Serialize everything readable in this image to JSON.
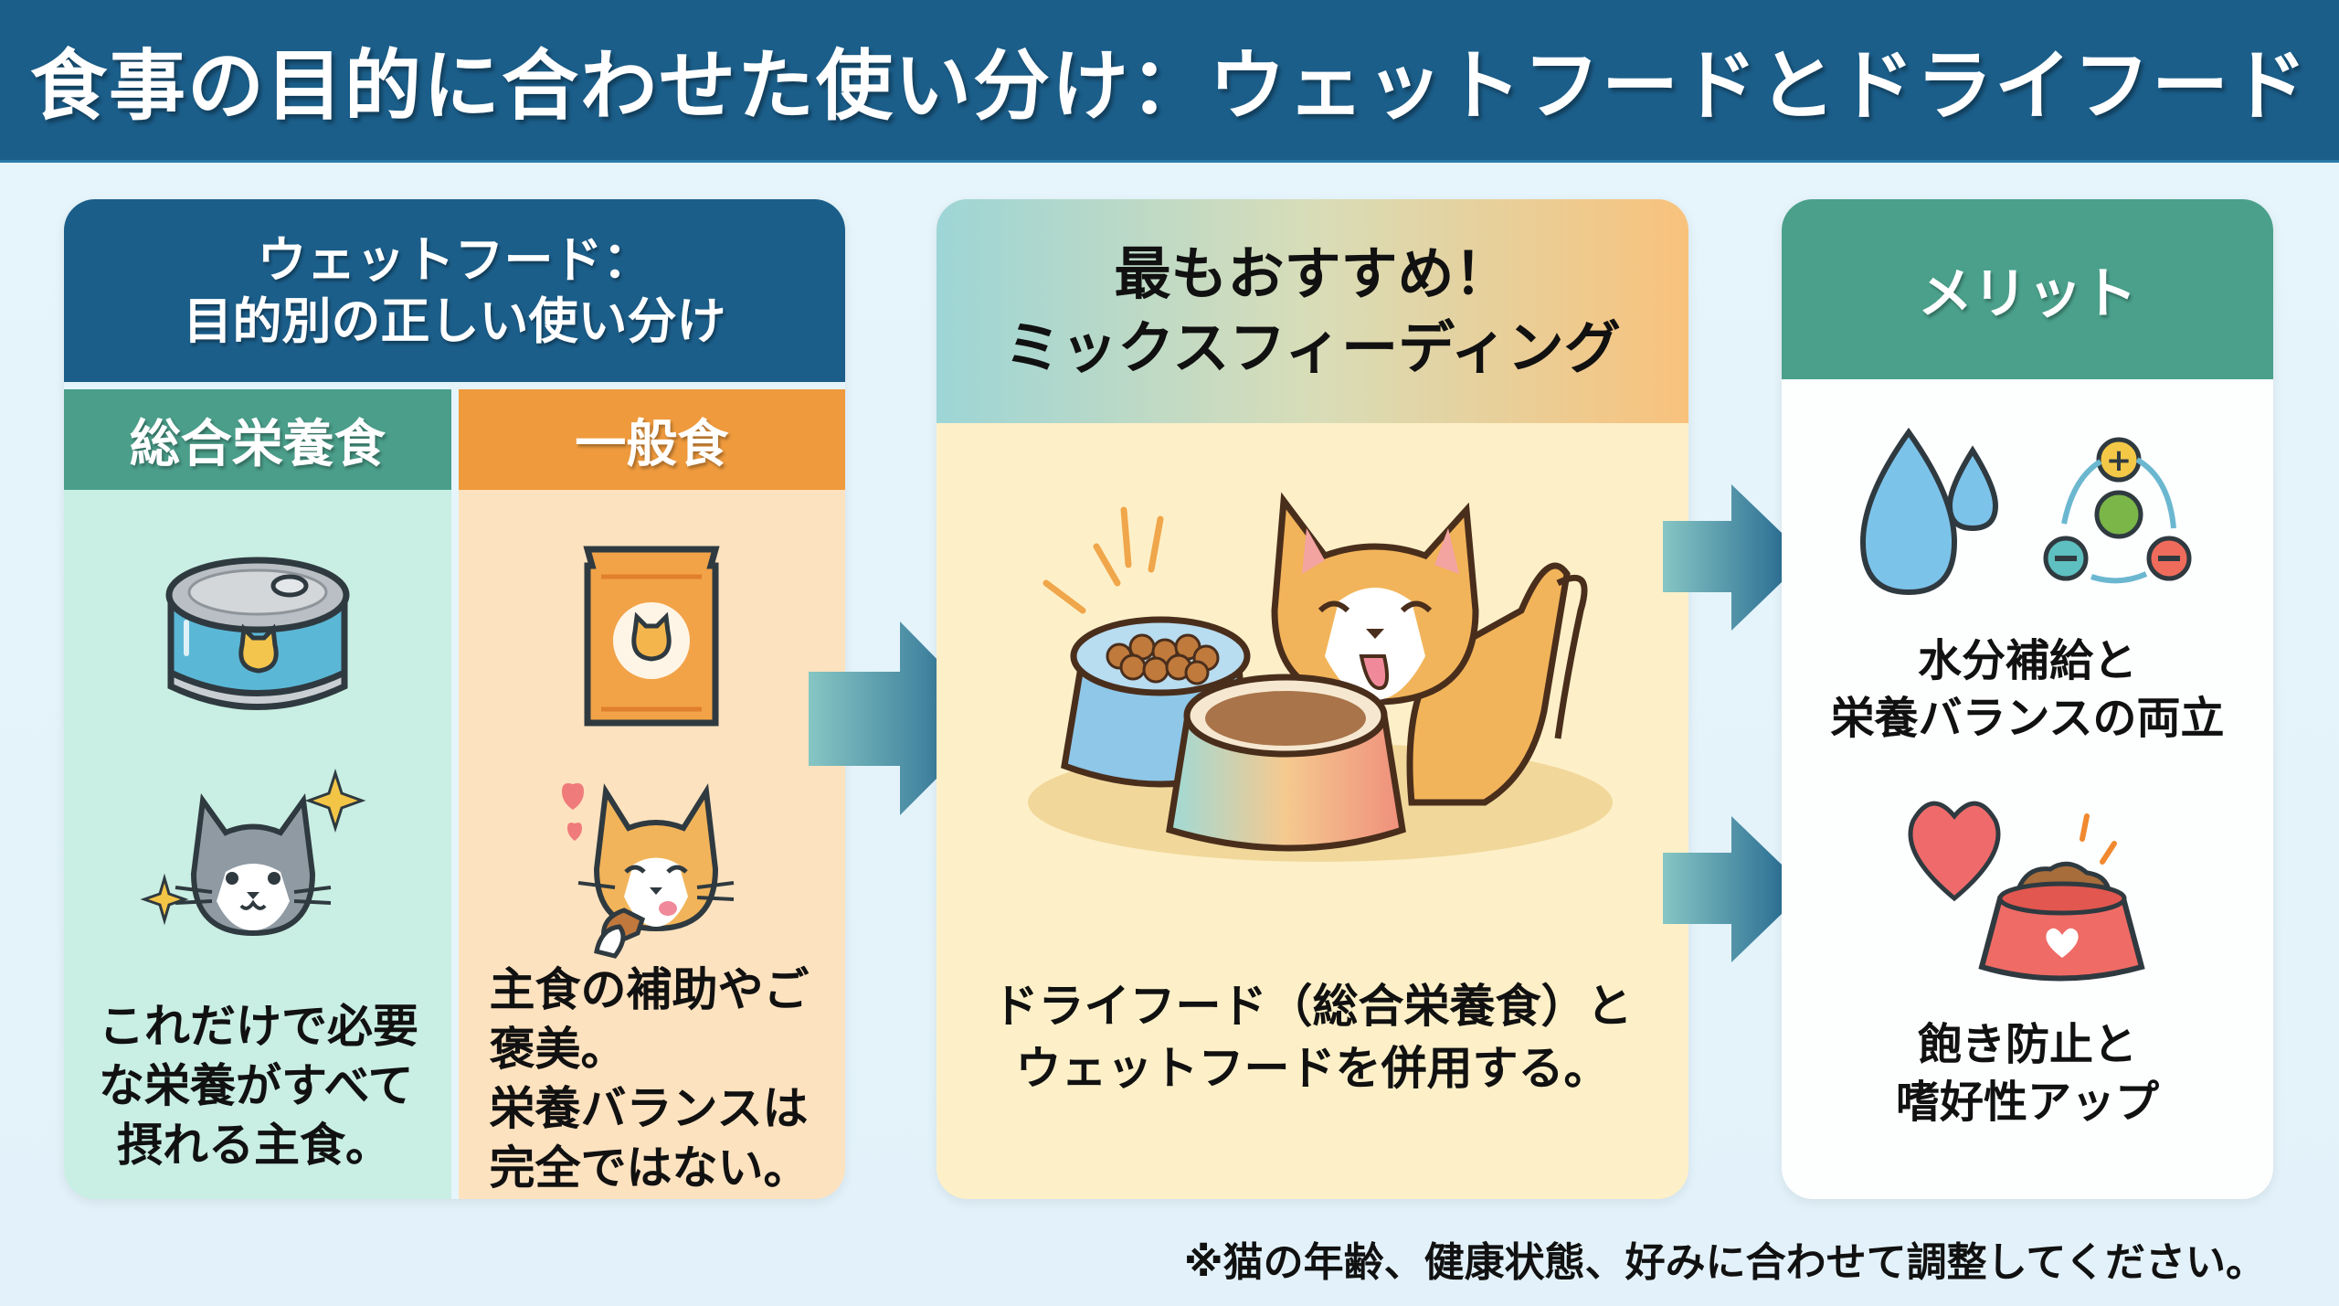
{
  "header": {
    "title": "食事の目的に合わせた使い分け：ウェットフードとドライフード"
  },
  "left_panel": {
    "title_line1": "ウェットフード：",
    "title_line2": "目的別の正しい使い分け",
    "columns": [
      {
        "label": "総合栄養食",
        "icons": [
          "cat-food-can-icon",
          "happy-gray-cat-icon"
        ],
        "text_lines": [
          "これだけで必要",
          "な栄養がすべて",
          "摂れる主食。"
        ]
      },
      {
        "label": "一般食",
        "icons": [
          "food-pouch-icon",
          "cat-eating-treat-icon"
        ],
        "text_lines": [
          "主食の補助やご",
          "褒美。",
          "栄養バランスは",
          "完全ではない。"
        ]
      }
    ]
  },
  "center_panel": {
    "title_line1": "最もおすすめ！",
    "title_line2": "ミックスフィーディング",
    "illustration": "cat-eating-two-bowls-illustration",
    "text_line1": "ドライフード（総合栄養食）と",
    "text_line2": "ウェットフードを併用する。"
  },
  "right_panel": {
    "title": "メリット",
    "merits": [
      {
        "icon": "water-drops-and-nutrient-cycle-icon",
        "line1": "水分補給と",
        "line2": "栄養バランスの両立"
      },
      {
        "icon": "heart-and-food-bowl-icon",
        "line1": "飽き防止と",
        "line2": "嗜好性アップ"
      }
    ]
  },
  "footnote": "※猫の年齢、健康状態、好みに合わせて調整してください。",
  "colors": {
    "header_blue": "#1b5e8a",
    "green": "#4a9e8a",
    "orange": "#ef9a3d",
    "mint_bg": "#c9eee3",
    "peach_bg": "#fde2bf",
    "cream_bg": "#fdf0c8",
    "merit_green": "#4aa08b"
  }
}
